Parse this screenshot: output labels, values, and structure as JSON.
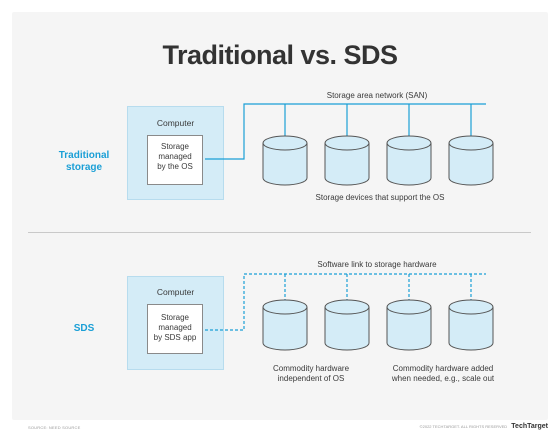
{
  "title": "Traditional vs. SDS",
  "traditional": {
    "label_line1": "Traditional",
    "label_line2": "storage",
    "computer_label": "Computer",
    "inner_line1": "Storage",
    "inner_line2": "managed",
    "inner_line3": "by the OS",
    "network_label": "Storage area network (SAN)",
    "devices_caption": "Storage devices that support the OS"
  },
  "sds": {
    "label": "SDS",
    "computer_label": "Computer",
    "inner_line1": "Storage",
    "inner_line2": "managed",
    "inner_line3": "by SDS app",
    "link_label": "Software link to storage hardware",
    "caption_left_line1": "Commodity hardware",
    "caption_left_line2": "independent of OS",
    "caption_right_line1": "Commodity hardware added",
    "caption_right_line2": "when needed, e.g., scale out"
  },
  "footer": {
    "left": "SOURCE: NEED SOURCE",
    "right": "©2022 TECHTARGET. ALL RIGHTS RESERVED",
    "brand": "TechTarget"
  },
  "colors": {
    "accent": "#1a9fd6",
    "computer_fill": "#d4ecf7",
    "cylinder_fill": "#d4ecf7",
    "cylinder_stroke": "#555555"
  }
}
